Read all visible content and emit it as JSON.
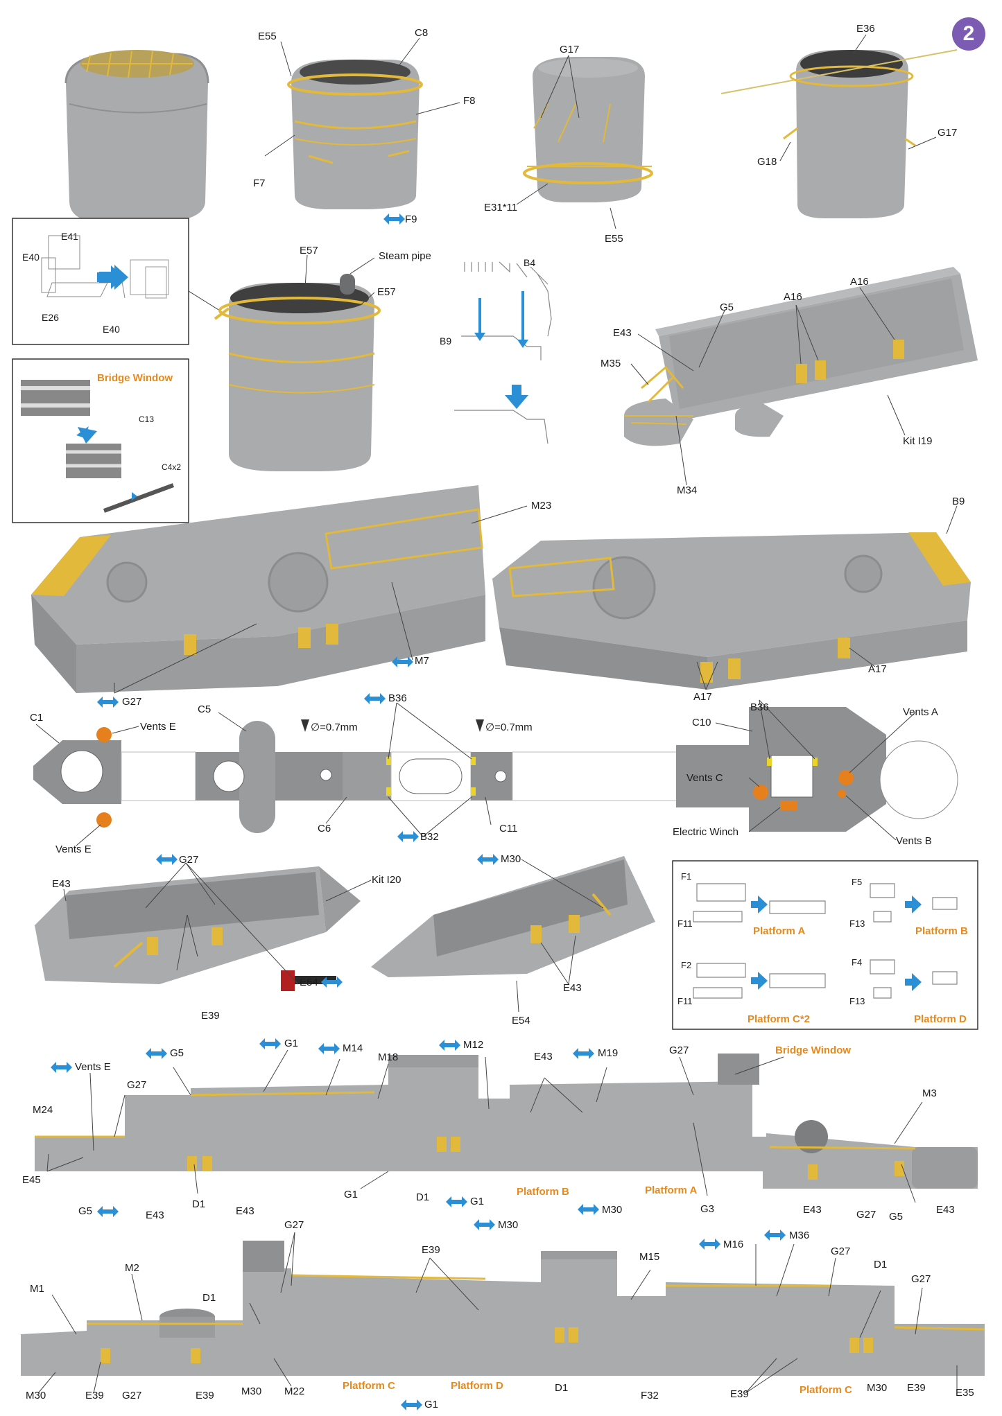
{
  "step_number": "2",
  "colors": {
    "resin": "#a9abad",
    "resin_dark": "#8e9092",
    "brass": "#e2b93b",
    "orange_text": "#e8891c",
    "arrow_blue": "#2b8fd6",
    "badge": "#7c5cb3",
    "vent": "#e6801c"
  },
  "row1": {
    "f1_labels": [],
    "f2_labels": [
      "E55",
      "C8",
      "F8",
      "F7",
      "F9"
    ],
    "f3_labels": [
      "G17",
      "E31*11",
      "E55"
    ],
    "f4_labels": [
      "E36",
      "G17",
      "G18"
    ]
  },
  "row2": {
    "inset1_labels": [
      "E41",
      "E40",
      "E26",
      "E40"
    ],
    "inset2_title": "Bridge Window",
    "inset2_labels": [
      "C13",
      "C4x2"
    ],
    "funnel_labels": [
      "E57",
      "Steam pipe",
      "E57"
    ],
    "ladder_labels": [
      "B4",
      "B9"
    ],
    "block_labels": [
      "G5",
      "A16",
      "A16",
      "E43",
      "M35",
      "M34",
      "Kit I19"
    ]
  },
  "row3": {
    "left_labels": [
      "M23",
      "M7",
      "G27"
    ],
    "right_labels": [
      "B9",
      "A17",
      "A17"
    ]
  },
  "row4": {
    "labels": [
      "C1",
      "Vents E",
      "Vents E",
      "C5",
      "C6",
      "B36",
      "B32",
      "C11",
      "C10",
      "B36",
      "Vents A",
      "Vents C",
      "Electric Winch",
      "Vents B"
    ],
    "drill1": "∅=0.7mm",
    "drill2": "∅=0.7mm"
  },
  "row5": {
    "left_labels": [
      "G27",
      "E43",
      "Kit I20",
      "E39",
      "E54"
    ],
    "right_labels": [
      "M30",
      "E43",
      "E54"
    ],
    "platform_box": {
      "a": {
        "parts": [
          "F1",
          "F11"
        ],
        "name": "Platform A"
      },
      "b": {
        "parts": [
          "F5",
          "F13"
        ],
        "name": "Platform B"
      },
      "c": {
        "parts": [
          "F2",
          "F11"
        ],
        "name": "Platform C*2"
      },
      "d": {
        "parts": [
          "F4",
          "F13"
        ],
        "name": "Platform D"
      }
    }
  },
  "row6": {
    "labels": [
      "Vents E",
      "G5",
      "G1",
      "M14",
      "M18",
      "M12",
      "E43",
      "M19",
      "G27",
      "Bridge Window",
      "G27",
      "M24",
      "M3",
      "E45",
      "G5",
      "E43",
      "D1",
      "E43",
      "G1",
      "D1",
      "G1",
      "M30",
      "Platform B",
      "M30",
      "Platform A",
      "G3",
      "E43",
      "G27",
      "G5",
      "E43"
    ]
  },
  "row7": {
    "labels": [
      "G27",
      "E39",
      "M15",
      "M16",
      "M36",
      "G27",
      "D1",
      "G27",
      "M2",
      "M1",
      "D1",
      "M30",
      "E39",
      "G27",
      "E39",
      "M30",
      "M22",
      "Platform C",
      "G1",
      "Platform D",
      "D1",
      "F32",
      "E39",
      "Platform C",
      "M30",
      "E39",
      "E35"
    ]
  }
}
